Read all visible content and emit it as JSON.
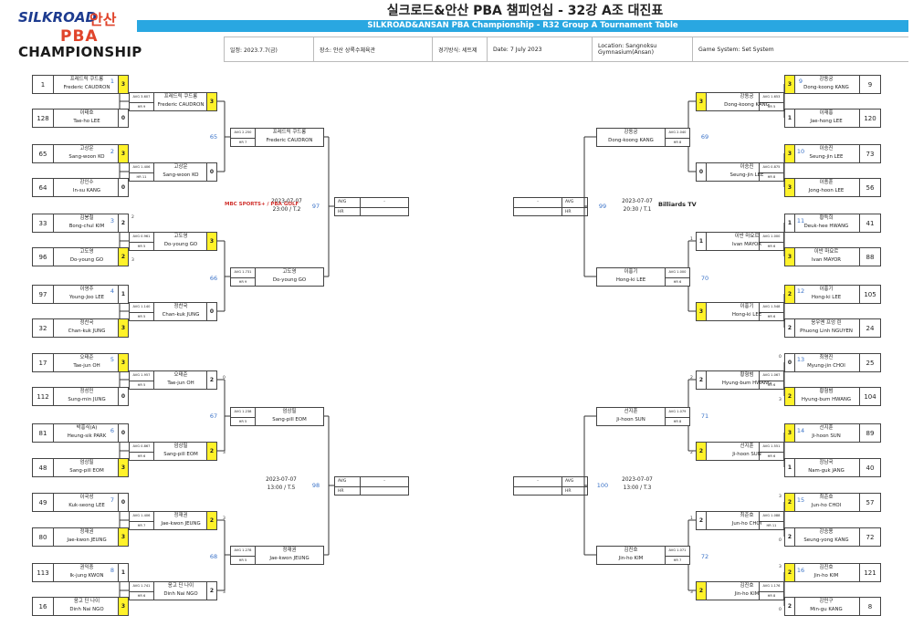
{
  "header": {
    "logo_silkroad": "SILKROAD",
    "logo_ansan": "안산",
    "logo_pba": "PBA",
    "logo_championship": "CHAMPIONSHIP",
    "title_ko": "실크로드&안산 PBA 챔피언십 - 32강 A조 대진표",
    "title_en": "SILKROAD&ANSAN PBA Championship - R32 Group A Tournament Table",
    "info": [
      "일정: 2023.7.7(금)",
      "장소: 안산 상록수체육관",
      "경기방식: 세트제",
      "Date: 7 July 2023",
      "Location: Sangnoksu Gymnasium(Ansan)",
      "Game System: Set System"
    ]
  },
  "r1_left": [
    {
      "seed": "1",
      "ko": "프레드릭 쿠드롱",
      "en": "Frederic CAUDRON",
      "score": "3",
      "win": true
    },
    {
      "seed": "128",
      "ko": "이태호",
      "en": "Tae-ho LEE",
      "score": "0",
      "win": false
    },
    {
      "seed": "65",
      "ko": "고상운",
      "en": "Sang-woon KO",
      "score": "3",
      "win": true
    },
    {
      "seed": "64",
      "ko": "강인수",
      "en": "In-su KANG",
      "score": "0",
      "win": false
    },
    {
      "seed": "33",
      "ko": "김봉철",
      "en": "Bong-chul KIM",
      "score": "2",
      "win": false
    },
    {
      "seed": "96",
      "ko": "고도영",
      "en": "Do-young GO",
      "score": "2",
      "win": true
    },
    {
      "seed": "97",
      "ko": "이영주",
      "en": "Young-Joo LEE",
      "score": "1",
      "win": false
    },
    {
      "seed": "32",
      "ko": "정찬국",
      "en": "Chan-kuk JUNG",
      "score": "3",
      "win": true
    },
    {
      "seed": "17",
      "ko": "오태준",
      "en": "Tae-jun OH",
      "score": "3",
      "win": true
    },
    {
      "seed": "112",
      "ko": "정성민",
      "en": "Sung-min JUNG",
      "score": "0",
      "win": false
    },
    {
      "seed": "81",
      "ko": "박흥식(A)",
      "en": "Heung-sik PARK",
      "score": "0",
      "win": false
    },
    {
      "seed": "48",
      "ko": "엄상필",
      "en": "Sang-pill EOM",
      "score": "3",
      "win": true
    },
    {
      "seed": "49",
      "ko": "이국성",
      "en": "Kuk-seong LEE",
      "score": "0",
      "win": false
    },
    {
      "seed": "80",
      "ko": "정재권",
      "en": "Jae-kwon JEUNG",
      "score": "3",
      "win": true
    },
    {
      "seed": "113",
      "ko": "권익중",
      "en": "Ik-jung KWON",
      "score": "1",
      "win": false
    },
    {
      "seed": "16",
      "ko": "응고 딘 나이",
      "en": "Dinh Nai NGO",
      "score": "3",
      "win": true
    }
  ],
  "r1_left_sub": [
    "",
    "",
    "",
    "",
    "2",
    "3",
    "",
    "",
    "",
    "",
    "",
    "",
    "",
    "",
    "",
    ""
  ],
  "r1_right": [
    {
      "seed": "9",
      "ko": "강동궁",
      "en": "Dong-koong KANG",
      "score": "3",
      "win": true
    },
    {
      "seed": "120",
      "ko": "이재홍",
      "en": "Jae-hong LEE",
      "score": "1",
      "win": false
    },
    {
      "seed": "73",
      "ko": "이승진",
      "en": "Seung-jin LEE",
      "score": "3",
      "win": true
    },
    {
      "seed": "56",
      "ko": "이종훈",
      "en": "Jong-hoon LEE",
      "score": "3",
      "win": true
    },
    {
      "seed": "41",
      "ko": "황득희",
      "en": "Deuk-hee HWANG",
      "score": "1",
      "win": false
    },
    {
      "seed": "88",
      "ko": "이반 마요르",
      "en": "Ivan MAYOR",
      "score": "3",
      "win": true
    },
    {
      "seed": "105",
      "ko": "이홍기",
      "en": "Hong-ki LEE",
      "score": "2",
      "win": true
    },
    {
      "seed": "24",
      "ko": "응우옌 프엉 린",
      "en": "Phuong Linh NGUYEN",
      "score": "2",
      "win": false
    },
    {
      "seed": "25",
      "ko": "최명진",
      "en": "Myung-jin CHOI",
      "score": "0",
      "win": false
    },
    {
      "seed": "104",
      "ko": "황형범",
      "en": "Hyung-bum HWANG",
      "score": "2",
      "win": true
    },
    {
      "seed": "89",
      "ko": "선지훈",
      "en": "Ji-hoon SUN",
      "score": "3",
      "win": true
    },
    {
      "seed": "40",
      "ko": "장남국",
      "en": "Nam-guk JANG",
      "score": "1",
      "win": false
    },
    {
      "seed": "57",
      "ko": "최준호",
      "en": "Jun-ho CHOI",
      "score": "2",
      "win": true
    },
    {
      "seed": "72",
      "ko": "강승용",
      "en": "Seung-yong KANG",
      "score": "2",
      "win": false
    },
    {
      "seed": "121",
      "ko": "김진호",
      "en": "Jin-ho KIM",
      "score": "2",
      "win": true
    },
    {
      "seed": "8",
      "ko": "강민구",
      "en": "Min-gu KANG",
      "score": "2",
      "win": false
    }
  ],
  "r1_right_sub": [
    "",
    "",
    "",
    "",
    "",
    "",
    "",
    "",
    "0",
    "3",
    "",
    "",
    "3",
    "0",
    "3",
    "0"
  ],
  "r2_left": [
    {
      "avg": "AVG 3.607",
      "hr": "HR 9",
      "ko": "프레드릭 쿠드롱",
      "en": "Frederic CAUDRON",
      "score": "3",
      "win": true,
      "num": "1"
    },
    {
      "avg": "AVG 1.406",
      "hr": "HR 11",
      "ko": "고상운",
      "en": "Sang-woon KO",
      "score": "0",
      "win": false,
      "num": "2"
    },
    {
      "avg": "AVG 0.961",
      "hr": "HR 5",
      "ko": "고도영",
      "en": "Do-young GO",
      "score": "3",
      "win": true,
      "num": "3"
    },
    {
      "avg": "AVG 1.140",
      "hr": "HR 5",
      "ko": "정찬국",
      "en": "Chan-kuk JUNG",
      "score": "0",
      "win": false,
      "num": "4"
    },
    {
      "avg": "AVG 1.957",
      "hr": "HR 5",
      "ko": "오태준",
      "en": "Tae-jun OH",
      "score": "2",
      "win": false,
      "num": "5"
    },
    {
      "avg": "AVG 0.867",
      "hr": "HR 6",
      "ko": "엄상필",
      "en": "Sang-pill EOM",
      "score": "2",
      "win": true,
      "num": "6"
    },
    {
      "avg": "AVG 1.406",
      "hr": "HR 7",
      "ko": "정재권",
      "en": "Jae-kwon JEUNG",
      "score": "2",
      "win": true,
      "num": "7"
    },
    {
      "avg": "AVG 1.741",
      "hr": "HR 6",
      "ko": "응고 딘 나이",
      "en": "Dinh Nai NGO",
      "score": "2",
      "win": false,
      "num": "8"
    }
  ],
  "r2_left_sub": [
    "",
    "",
    "",
    "",
    "0",
    "3",
    "3",
    "3"
  ],
  "r2_right": [
    {
      "avg": "AVG 1.653",
      "hr": "HR 5",
      "ko": "강동궁",
      "en": "Dong-koong KANG",
      "score": "3",
      "win": true,
      "num": "9"
    },
    {
      "avg": "AVG 0.875",
      "hr": "HR 8",
      "ko": "이승진",
      "en": "Seung-jin LEE",
      "score": "0",
      "win": false,
      "num": "10"
    },
    {
      "avg": "AVG 1.000",
      "hr": "HR 6",
      "ko": "이반 마요르",
      "en": "Ivan MAYOR",
      "score": "1",
      "win": false,
      "num": "11"
    },
    {
      "avg": "AVG 1.548",
      "hr": "HR 6",
      "ko": "이홍기",
      "en": "Hong-ki LEE",
      "score": "3",
      "win": true,
      "num": "12"
    },
    {
      "avg": "AVG 1.067",
      "hr": "HR 6",
      "ko": "황형범",
      "en": "Hyung-bum HWANG",
      "score": "2",
      "win": false,
      "num": "13"
    },
    {
      "avg": "AVG 1.551",
      "hr": "HR 6",
      "ko": "선지훈",
      "en": "Ji-hoon SUN",
      "score": "2",
      "win": true,
      "num": "14"
    },
    {
      "avg": "AVG 1.088",
      "hr": "HR 11",
      "ko": "최준호",
      "en": "Jun-ho CHOI",
      "score": "2",
      "win": false,
      "num": "15"
    },
    {
      "avg": "AVG 1.176",
      "hr": "HR 8",
      "ko": "김진호",
      "en": "Jin-ho KIM",
      "score": "2",
      "win": true,
      "num": "16"
    }
  ],
  "r2_right_sub": [
    "",
    "",
    "1",
    "",
    "2",
    "2",
    "1",
    "3"
  ],
  "r3_left": [
    {
      "avg": "AVG 2.250",
      "hr": "HR 7",
      "ko": "프레드릭 쿠드롱",
      "en": "Frederic CAUDRON",
      "num": "65"
    },
    {
      "avg": "AVG 1.731",
      "hr": "HR 9",
      "ko": "고도영",
      "en": "Do-young GO",
      "num": "66"
    },
    {
      "avg": "AVG 1.238",
      "hr": "HR 5",
      "ko": "엄상필",
      "en": "Sang-pill EOM",
      "num": "67"
    },
    {
      "avg": "AVG 1.278",
      "hr": "HR 5",
      "ko": "정재권",
      "en": "Jae-kwon JEUNG",
      "num": "68"
    }
  ],
  "r3_right": [
    {
      "avg": "AVG 2.040",
      "hr": "HR 8",
      "ko": "강동궁",
      "en": "Dong-koong KANG",
      "num": "69"
    },
    {
      "avg": "AVG 1.000",
      "hr": "HR 6",
      "ko": "이홍기",
      "en": "Hong-ki LEE",
      "num": "70"
    },
    {
      "avg": "AVG 1.079",
      "hr": "HR 8",
      "ko": "선지훈",
      "en": "Ji-hoon SUN",
      "num": "71"
    },
    {
      "avg": "AVG 1.071",
      "hr": "HR 7",
      "ko": "김진호",
      "en": "Jin-ho KIM",
      "num": "72"
    }
  ],
  "final_boxes": {
    "avg_label": "AVG",
    "hr_label": "HR",
    "dash": "-",
    "left_nums": [
      "97",
      "98"
    ],
    "right_nums": [
      "99",
      "100"
    ]
  },
  "schedule": [
    {
      "date": "2023-07-07",
      "time": "23:00 / T.2"
    },
    {
      "date": "2023-07-07",
      "time": "20:30 / T.1"
    },
    {
      "date": "2023-07-07",
      "time": "13:00 / T.5"
    },
    {
      "date": "2023-07-07",
      "time": "13:00 / T.3"
    }
  ],
  "brands": {
    "left": "MBC SPORTS+ / PBA GOLF",
    "right": "Billiards TV"
  },
  "colors": {
    "accent": "#29a7e1",
    "winner": "#fff22a",
    "match_number": "#3b73c8",
    "logo_red": "#e0442b",
    "logo_blue": "#1d3b8f"
  }
}
